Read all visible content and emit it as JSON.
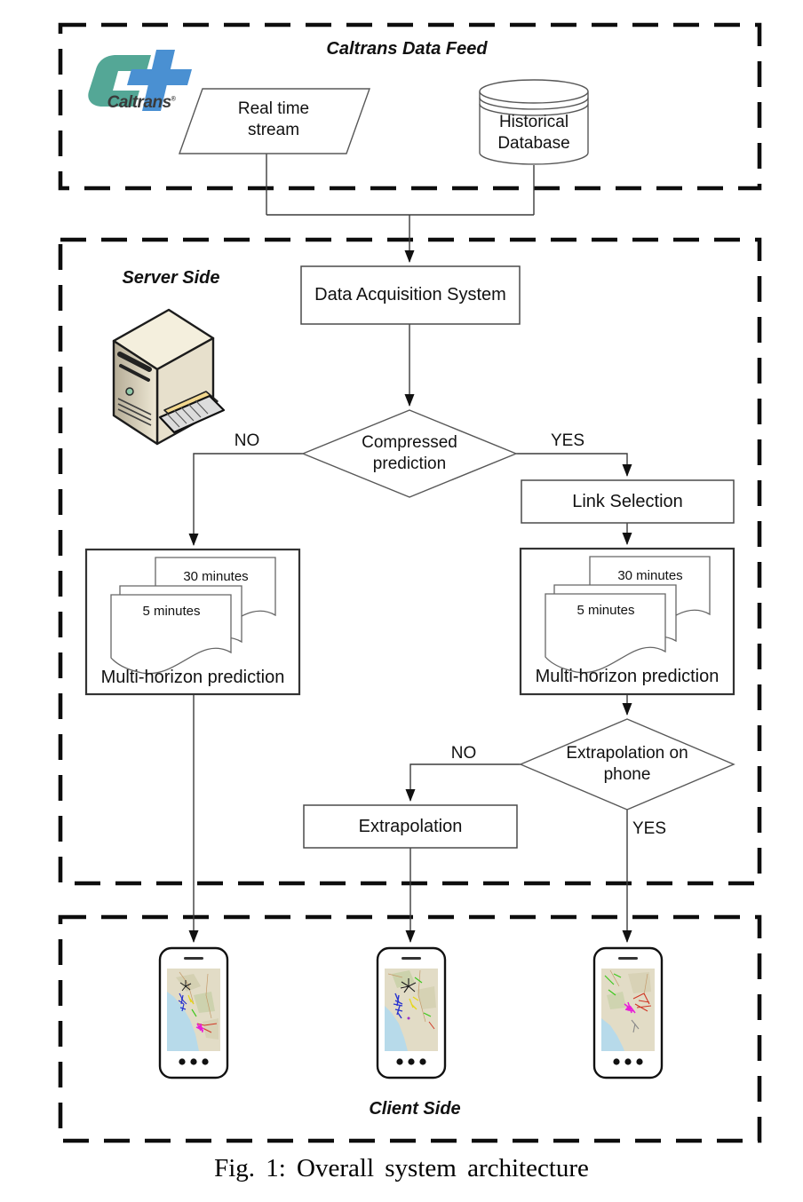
{
  "figure": {
    "caption": "Fig. 1: Overall system architecture"
  },
  "logo": {
    "brand": "Caltrans",
    "registered": "®",
    "teal": "#54a796",
    "blue": "#4a90d2"
  },
  "sections": {
    "data_feed": {
      "title": "Caltrans Data Feed"
    },
    "server": {
      "title": "Server Side"
    },
    "client": {
      "title": "Client Side"
    }
  },
  "nodes": {
    "real_time_stream": "Real time stream",
    "historical_database": "Historical Database",
    "data_acquisition": "Data Acquisition System",
    "compressed_prediction": "Compressed prediction",
    "link_selection": "Link Selection",
    "multi_horizon_left": "Multi-horizon prediction",
    "multi_horizon_right": "Multi-horizon prediction",
    "extrapolation_on_phone": "Extrapolation on phone",
    "extrapolation": "Extrapolation"
  },
  "documents": {
    "front_label": "5 minutes",
    "back_label": "30 minutes"
  },
  "edge_labels": {
    "compressed_no": "NO",
    "compressed_yes": "YES",
    "extrapolation_no": "NO",
    "extrapolation_yes": "YES"
  },
  "icons": {
    "server": "server-tower-icon",
    "phone": "smartphone-map-icon",
    "database": "database-cylinder-icon"
  },
  "map_colors": {
    "land": "#e2dcc6",
    "ocean": "#b7daea",
    "routes": [
      "#2a35d0",
      "#e6d619",
      "#3ec81e",
      "#d03524",
      "#e81ed8",
      "#1a1a1a"
    ]
  }
}
